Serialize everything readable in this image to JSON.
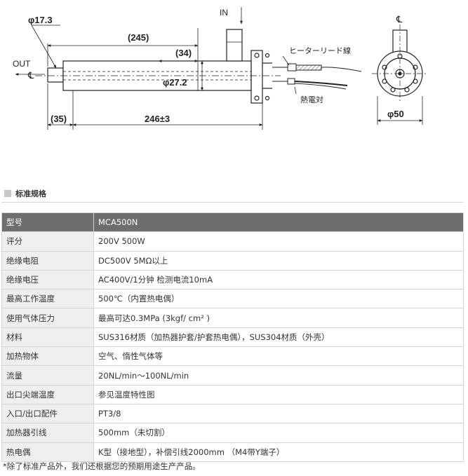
{
  "drawing": {
    "labels": {
      "phi_17_3": "φ17.3",
      "in": "IN",
      "dim_245": "(245)",
      "dim_34": "(34)",
      "out": "OUT",
      "phi_27_2": "φ27.2",
      "dim_35": "(35)",
      "dim_246": "246±3",
      "heater_lead": "ヒーターリード線",
      "thermocouple": "熱電対",
      "phi_50": "φ50",
      "centerline": "℄"
    }
  },
  "section": {
    "title": "标准规格"
  },
  "table": {
    "header": {
      "key": "型号",
      "value": "MCA500N"
    },
    "rows": [
      {
        "key": "评分",
        "value": "200V 500W"
      },
      {
        "key": "绝缘电阻",
        "value": "DC500V 5MΩ以上"
      },
      {
        "key": "绝缘电压",
        "value": "AC400V/1分钟 检测电流10mA"
      },
      {
        "key": "最高工作温度",
        "value": "500℃（内置热电偶）"
      },
      {
        "key": "使用气体压力",
        "value": "最高可达0.3MPa (3kgf/ cm² )"
      },
      {
        "key": "材料",
        "value": "SUS316材质（加热器护套/护套热电偶），SUS304材质（外壳）"
      },
      {
        "key": "加热物体",
        "value": "空气、惰性气体等"
      },
      {
        "key": "流量",
        "value": "20NL/min～100NL/min"
      },
      {
        "key": "出口尖端温度",
        "value": "参见温度特性图"
      },
      {
        "key": "入口/出口配件",
        "value": "PT3/8"
      },
      {
        "key": "加热器引线",
        "value": "500mm（未切割）"
      },
      {
        "key": "热电偶",
        "value": "K型（接地型），补偿引线2000mm （M4带Y端子）"
      }
    ]
  },
  "footnote": "*除了标准产品外，我们还根据您的预期用途生产产品。"
}
